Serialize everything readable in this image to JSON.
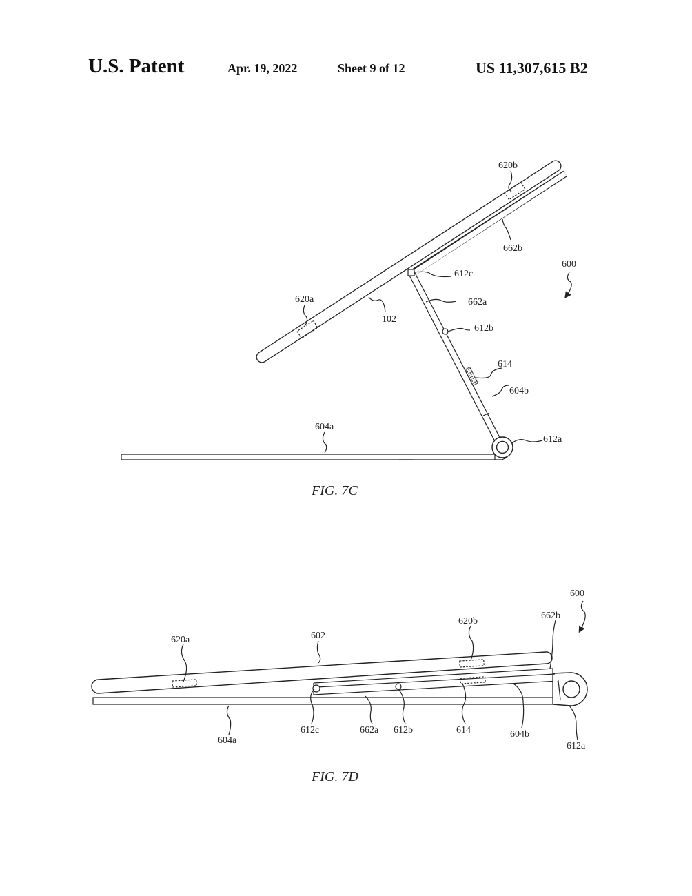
{
  "header": {
    "title": "U.S. Patent",
    "date": "Apr. 19, 2022",
    "sheet": "Sheet 9 of 12",
    "patent_number": "US 11,307,615 B2"
  },
  "fig7c": {
    "caption": "FIG. 7C",
    "labels": {
      "l620b": "620b",
      "l662b": "662b",
      "l600": "600",
      "l612c": "612c",
      "l662a": "662a",
      "l620a": "620a",
      "l102": "102",
      "l612b": "612b",
      "l614": "614",
      "l604b": "604b",
      "l604a": "604a",
      "l612a": "612a"
    }
  },
  "fig7d": {
    "caption": "FIG. 7D",
    "labels": {
      "l600": "600",
      "l662b": "662b",
      "l620b": "620b",
      "l602": "602",
      "l620a": "620a",
      "l612c": "612c",
      "l662a": "662a",
      "l612b": "612b",
      "l614": "614",
      "l604b": "604b",
      "l604a": "604a",
      "l612a": "612a"
    }
  }
}
